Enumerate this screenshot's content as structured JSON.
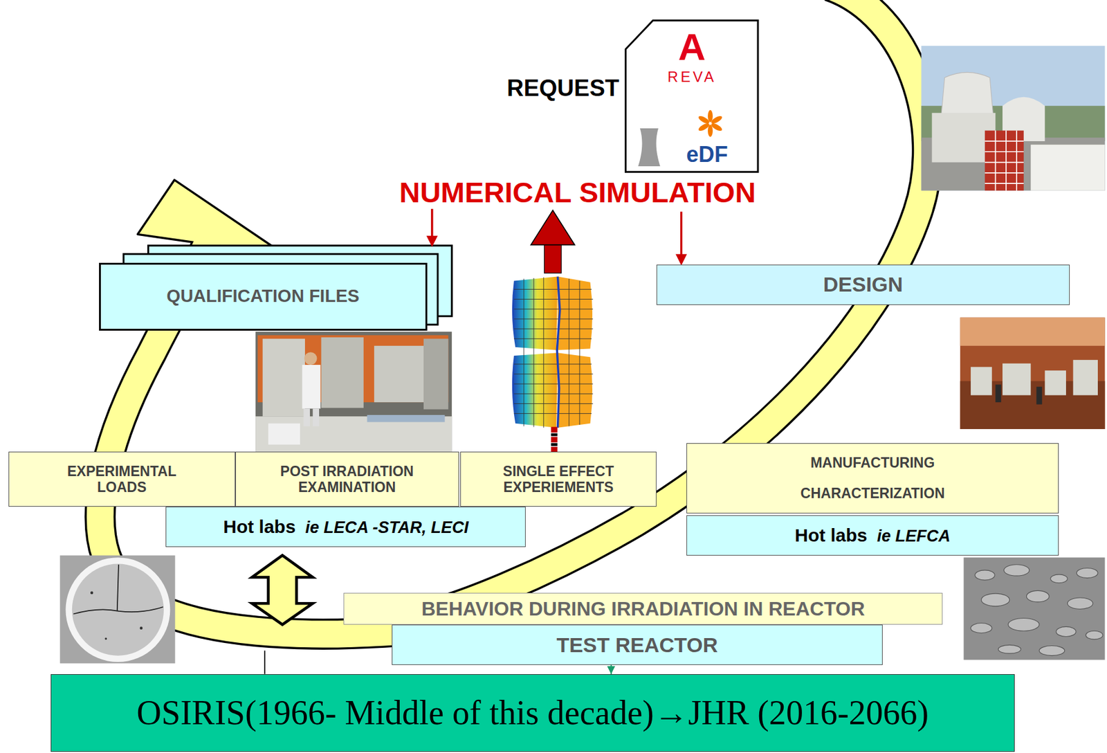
{
  "diagram": {
    "nodes": [
      {
        "text": [
          "A",
          "REVA",
          "eDF"
        ]
      },
      {
        "text": [
          "QUALIFICATION FILES"
        ]
      },
      {
        "text": [
          "DESIGN"
        ]
      },
      {
        "text": [
          "EXPERIMENTAL LOADS"
        ]
      },
      {
        "text": [
          "POST IRRADIATION EXAMINATION"
        ]
      },
      {
        "text": [
          "SINGLE EFFECT EXPERIEMENTS"
        ]
      },
      {
        "text": [
          "MANUFACTURING",
          "CHARACTERIZATION"
        ]
      },
      {
        "text": [
          "Hot labs",
          "ie LECA -STAR, LECI"
        ]
      },
      {
        "text": [
          "Hot labs",
          "ie LEFCA"
        ]
      },
      {
        "text": [
          "BEHAVIOR DURING IRRADIATION IN REACTOR"
        ]
      },
      {
        "text": [
          "TEST REACTOR"
        ]
      },
      {
        "text": [
          "OSIRIS(1966- Middle of this decade)→JHR (2016-2066)"
        ]
      }
    ],
    "edges": [
      {
        "from": 10,
        "to": 11,
        "arrow": "to"
      }
    ],
    "labels": [
      "REQUEST",
      "NUMERICAL SIMULATION"
    ]
  }
}
